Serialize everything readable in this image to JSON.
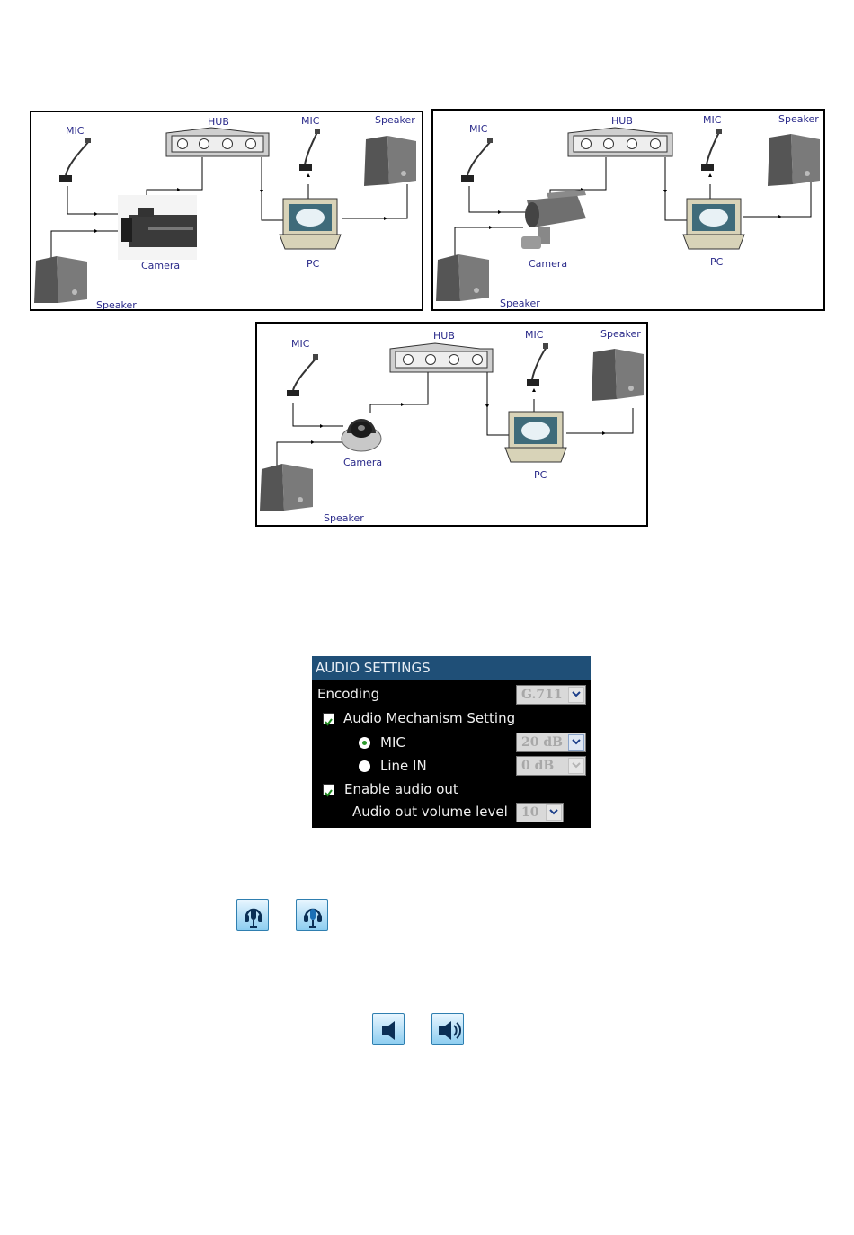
{
  "diagrams": [
    {
      "labels": {
        "mic_left": "MIC",
        "hub": "HUB",
        "mic_right": "MIC",
        "speaker_right": "Speaker",
        "camera": "Camera",
        "pc": "PC",
        "speaker_left": "Speaker"
      }
    },
    {
      "labels": {
        "mic_left": "MIC",
        "hub": "HUB",
        "mic_right": "MIC",
        "speaker_right": "Speaker",
        "camera": "Camera",
        "pc": "PC",
        "speaker_left": "Speaker"
      }
    },
    {
      "labels": {
        "mic_left": "MIC",
        "hub": "HUB",
        "mic_right": "MIC",
        "speaker_right": "Speaker",
        "camera": "Camera",
        "pc": "PC",
        "speaker_left": "Speaker"
      }
    }
  ],
  "audio_settings": {
    "title": "AUDIO SETTINGS",
    "encoding_label": "Encoding",
    "encoding_value": "G.711",
    "mechanism_label": "Audio Mechanism Setting",
    "mechanism_checked": true,
    "mic_label": "MIC",
    "mic_value": "20 dB",
    "mic_selected": true,
    "line_in_label": "Line IN",
    "line_in_value": "0 dB",
    "enable_out_label": "Enable audio out",
    "enable_out_checked": true,
    "volume_label": "Audio out volume level",
    "volume_value": "10"
  },
  "icons": {
    "talk_buttons": [
      "headset-mic-off-icon",
      "headset-mic-on-icon"
    ],
    "speaker_buttons": [
      "speaker-off-icon",
      "speaker-on-icon"
    ]
  }
}
